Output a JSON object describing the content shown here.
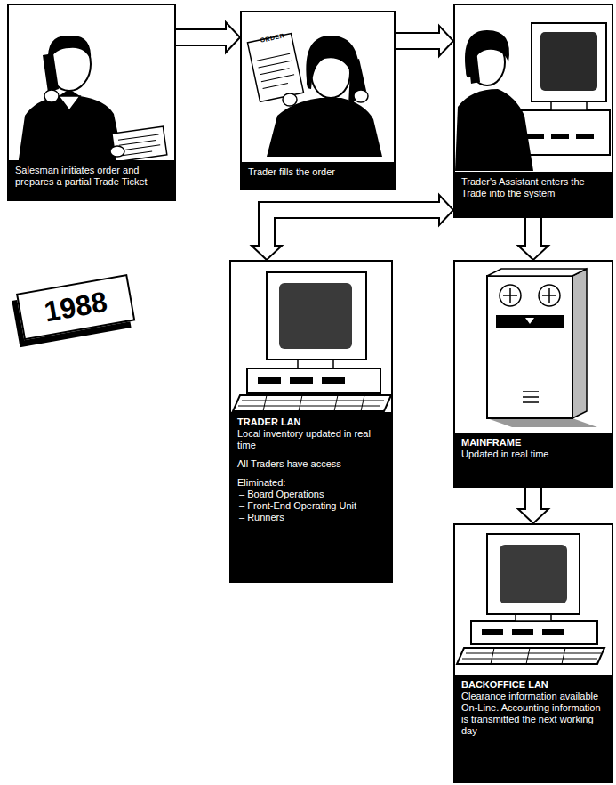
{
  "diagram": {
    "nodes": [
      {
        "text": [
          "Salesman initiates order and prepares a partial Trade Ticket"
        ]
      },
      {
        "text": [
          "Trader fills the order"
        ]
      },
      {
        "text": [
          "Trader's Assistant enters the Trade into the system"
        ]
      },
      {
        "text": [
          "TRADER LAN",
          "Local inventory updated in real time",
          "All Traders have access",
          "Eliminated:",
          "– Board Operations",
          "– Front-End Operating Unit",
          "– Runners"
        ]
      },
      {
        "text": [
          "MAINFRAME",
          "Updated in real time"
        ]
      },
      {
        "text": [
          "BACKOFFICE LAN",
          "Clearance information available On-Line. Accounting information is transmitted the next working day"
        ]
      }
    ],
    "edges": [
      {
        "from": 0,
        "to": 1,
        "arrow": "to"
      },
      {
        "from": 1,
        "to": 2,
        "arrow": "to"
      },
      {
        "from": 2,
        "to": 3,
        "arrow": "both"
      },
      {
        "from": 2,
        "to": 4,
        "arrow": "to"
      },
      {
        "from": 4,
        "to": 5,
        "arrow": "to"
      }
    ],
    "labels": [
      "ORDER",
      "1988"
    ]
  }
}
